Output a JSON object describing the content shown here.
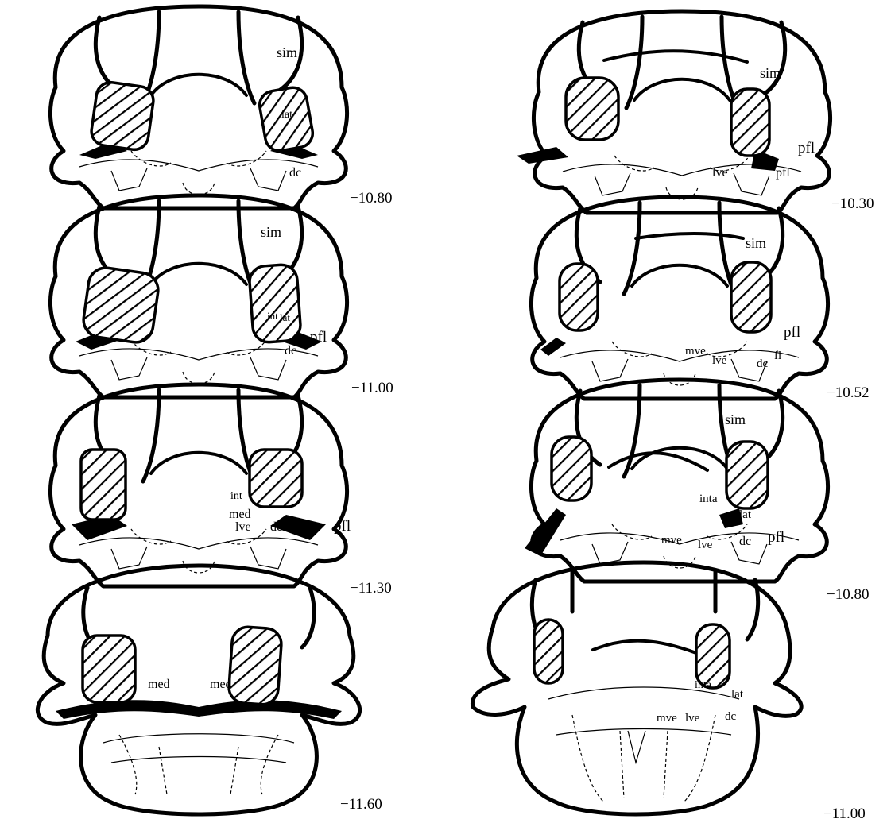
{
  "figure": {
    "panels": [
      {
        "id": "left-1",
        "coordinate": "−10.80",
        "labels": [
          "sim",
          "lat",
          "dc"
        ]
      },
      {
        "id": "left-2",
        "coordinate": "−11.00",
        "labels": [
          "sim",
          "int",
          "lat",
          "pfl",
          "dc"
        ]
      },
      {
        "id": "left-3",
        "coordinate": "−11.30",
        "labels": [
          "int",
          "med",
          "lve",
          "dc",
          "pfl"
        ]
      },
      {
        "id": "left-4",
        "coordinate": "−11.60",
        "labels": [
          "med",
          "med"
        ]
      },
      {
        "id": "right-1",
        "coordinate": "−10.30",
        "labels": [
          "sim",
          "pfl",
          "lve",
          "pfl"
        ]
      },
      {
        "id": "right-2",
        "coordinate": "−10.52",
        "labels": [
          "sim",
          "pfl",
          "mve",
          "lve",
          "dc",
          "fl"
        ]
      },
      {
        "id": "right-3",
        "coordinate": "−10.80",
        "labels": [
          "sim",
          "inta",
          "lat",
          "mve",
          "lve",
          "dc",
          "pfl"
        ]
      },
      {
        "id": "right-4",
        "coordinate": "−11.00",
        "labels": [
          "inta",
          "lat",
          "mve",
          "lve",
          "dc"
        ]
      }
    ],
    "lesion_pattern": "diagonal-hatch",
    "ink_color": "#000000"
  }
}
